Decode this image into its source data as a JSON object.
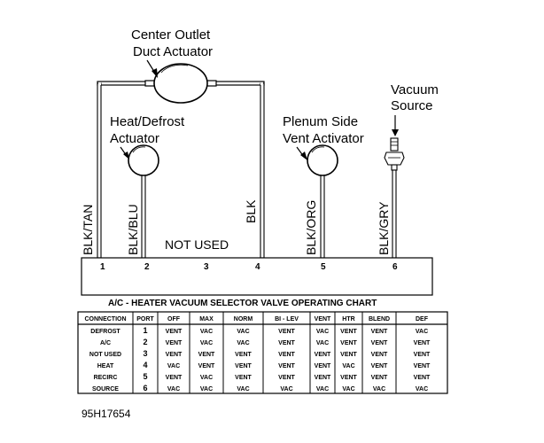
{
  "actuators": {
    "center_outlet": [
      "Center Outlet",
      "Duct Actuator"
    ],
    "heat_defrost": [
      "Heat/Defrost",
      "Actuator"
    ],
    "plenum_side": [
      "Plenum Side",
      "Vent Activator"
    ],
    "vacuum_source": [
      "Vacuum",
      "Source"
    ]
  },
  "hose_labels": {
    "blk_tan": "BLK/TAN",
    "blk_blu": "BLK/BLU",
    "not_used": "NOT USED",
    "blk": "BLK",
    "blk_org": "BLK/ORG",
    "blk_gry": "BLK/GRY"
  },
  "ports": [
    "1",
    "2",
    "3",
    "4",
    "5",
    "6"
  ],
  "chart": {
    "title": "A/C - HEATER VACUUM SELECTOR VALVE OPERATING CHART",
    "headers": [
      "CONNECTION",
      "PORT",
      "OFF",
      "MAX",
      "NORM",
      "BI - LEV",
      "VENT",
      "HTR",
      "BLEND",
      "DEF"
    ],
    "rows": [
      [
        "DEFROST",
        "1",
        "VENT",
        "VAC",
        "VAC",
        "VENT",
        "VAC",
        "VENT",
        "VENT",
        "VAC"
      ],
      [
        "A/C",
        "2",
        "VENT",
        "VAC",
        "VAC",
        "VENT",
        "VAC",
        "VENT",
        "VENT",
        "VENT"
      ],
      [
        "NOT USED",
        "3",
        "VENT",
        "VENT",
        "VENT",
        "VENT",
        "VENT",
        "VENT",
        "VENT",
        "VENT"
      ],
      [
        "HEAT",
        "4",
        "VAC",
        "VENT",
        "VENT",
        "VENT",
        "VENT",
        "VAC",
        "VENT",
        "VENT"
      ],
      [
        "RECIRC",
        "5",
        "VENT",
        "VAC",
        "VENT",
        "VENT",
        "VENT",
        "VENT",
        "VENT",
        "VENT"
      ],
      [
        "SOURCE",
        "6",
        "VAC",
        "VAC",
        "VAC",
        "VAC",
        "VAC",
        "VAC",
        "VAC",
        "VAC"
      ]
    ]
  },
  "figure_id": "95H17654"
}
